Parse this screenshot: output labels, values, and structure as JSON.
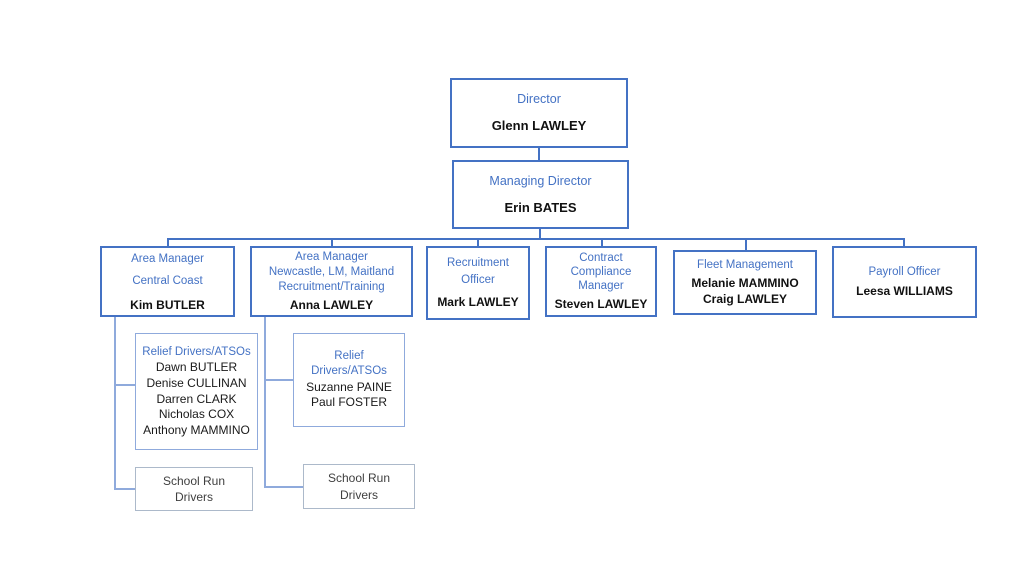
{
  "page": {
    "background": "#ffffff"
  },
  "diagram": {
    "type": "org-chart",
    "colors": {
      "primary_border": "#4472C4",
      "secondary_border": "#8FAADC",
      "tertiary_border": "#ACB9CA",
      "title_text": "#4472C4",
      "name_text": "#111111",
      "plain_text": "#3F3F3F"
    },
    "nodes": [
      {
        "id": "director",
        "title": "Director",
        "names": "Glenn LAWLEY"
      },
      {
        "id": "managing-director",
        "title": "Managing Director",
        "names": "Erin BATES"
      },
      {
        "id": "area-manager-central-coast",
        "title": "Area Manager\nCentral Coast",
        "names": "Kim BUTLER"
      },
      {
        "id": "area-manager-newcastle",
        "title": "Area Manager\nNewcastle, LM, Maitland\nRecruitment/Training",
        "names": "Anna LAWLEY"
      },
      {
        "id": "recruitment-officer",
        "title": "Recruitment\nOfficer",
        "names": "Mark LAWLEY"
      },
      {
        "id": "contract-compliance-manager",
        "title": "Contract\nCompliance\nManager",
        "names": "Steven LAWLEY"
      },
      {
        "id": "fleet-management",
        "title": "Fleet Management",
        "names": "Melanie MAMMINO\nCraig LAWLEY"
      },
      {
        "id": "payroll-officer",
        "title": "Payroll Officer",
        "names": "Leesa WILLIAMS"
      },
      {
        "id": "relief-drivers-central-coast",
        "title": "Relief Drivers/ATSOs",
        "names": "Dawn BUTLER\nDenise CULLINAN\nDarren CLARK\nNicholas COX\nAnthony MAMMINO"
      },
      {
        "id": "relief-drivers-newcastle",
        "title": "Relief\nDrivers/ATSOs",
        "names": "Suzanne PAINE\nPaul FOSTER"
      },
      {
        "id": "school-run-drivers-central-coast",
        "title": "School Run\nDrivers",
        "names": ""
      },
      {
        "id": "school-run-drivers-newcastle",
        "title": "School Run\nDrivers",
        "names": ""
      }
    ],
    "edges": [
      {
        "from": "director",
        "to": "managing-director"
      },
      {
        "from": "managing-director",
        "to": "area-manager-central-coast"
      },
      {
        "from": "managing-director",
        "to": "area-manager-newcastle"
      },
      {
        "from": "managing-director",
        "to": "recruitment-officer"
      },
      {
        "from": "managing-director",
        "to": "contract-compliance-manager"
      },
      {
        "from": "managing-director",
        "to": "fleet-management"
      },
      {
        "from": "managing-director",
        "to": "payroll-officer"
      },
      {
        "from": "area-manager-central-coast",
        "to": "relief-drivers-central-coast"
      },
      {
        "from": "area-manager-central-coast",
        "to": "school-run-drivers-central-coast"
      },
      {
        "from": "area-manager-newcastle",
        "to": "relief-drivers-newcastle"
      },
      {
        "from": "area-manager-newcastle",
        "to": "school-run-drivers-newcastle"
      }
    ]
  }
}
